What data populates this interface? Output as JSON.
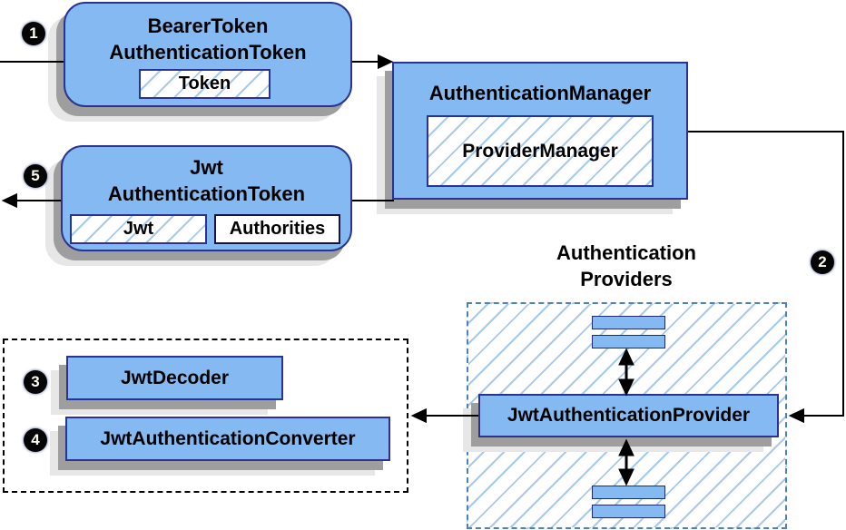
{
  "colors": {
    "box_fill": "#85b9f1",
    "box_border": "#2a3391",
    "hatch_line": "#a8c9ee",
    "shadow_dark": "#9e9e9e",
    "shadow_light": "#e7e7e7",
    "dashed_blue_border": "#4e7fc1",
    "dashed_black_border": "#000000",
    "connector_line": "#000000",
    "badge_bg": "#050505",
    "badge_text": "#fffdf2"
  },
  "badges": {
    "step1": "1",
    "step2": "2",
    "step3": "3",
    "step4": "4",
    "step5": "5"
  },
  "nodes": {
    "bearer": {
      "title": "BearerToken\nAuthenticationToken",
      "token": "Token"
    },
    "manager": {
      "title": "AuthenticationManager",
      "inner": "ProviderManager"
    },
    "jwt_token": {
      "title": "Jwt\nAuthenticationToken",
      "jwt": "Jwt",
      "authorities": "Authorities"
    },
    "decoder": {
      "label": "JwtDecoder"
    },
    "converter": {
      "label": "JwtAuthenticationConverter"
    },
    "providers_group": {
      "title": "Authentication\nProviders"
    },
    "jwt_provider": {
      "label": "JwtAuthenticationProvider"
    }
  }
}
